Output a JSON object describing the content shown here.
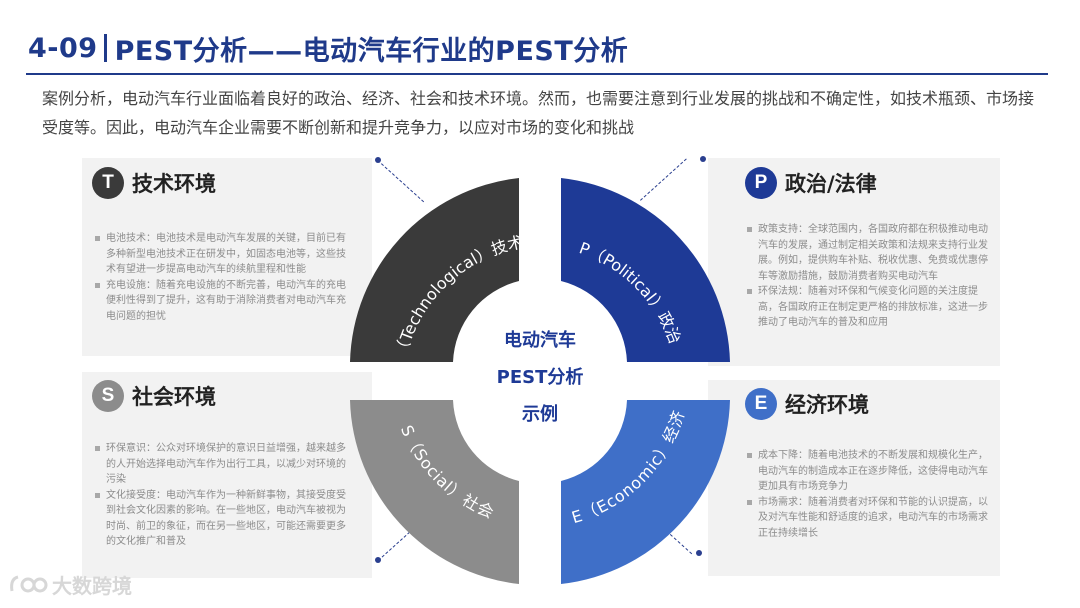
{
  "header": {
    "number": "4-09",
    "title": "PEST分析——电动汽车行业的PEST分析"
  },
  "intro": "案例分析，电动汽车行业面临着良好的政治、经济、社会和技术环境。然而，也需要注意到行业发展的挑战和不确定性，如技术瓶颈、市场接受度等。因此，电动汽车企业需要不断创新和提升竞争力，以应对市场的变化和挑战",
  "colors": {
    "title": "#1f3a8a",
    "technology": "#3a3a3a",
    "political": "#1e3a96",
    "social": "#8c8c8c",
    "economic": "#3f6fc8"
  },
  "center": {
    "line1": "电动汽车",
    "line2": "PEST分析",
    "line3": "示例"
  },
  "ring": {
    "technology": "T（Technological）技术",
    "political": "P（Political）政治",
    "social": "S（Social）社会",
    "economic": "E（Economic）经济"
  },
  "panels": {
    "technology": {
      "badge": "T",
      "title": "技术环境",
      "items": [
        "电池技术：电池技术是电动汽车发展的关键，目前已有多种新型电池技术正在研发中，如固态电池等，这些技术有望进一步提高电动汽车的续航里程和性能",
        "充电设施：随着充电设施的不断完善，电动汽车的充电便利性得到了提升，这有助于消除消费者对电动汽车充电问题的担忧"
      ]
    },
    "political": {
      "badge": "P",
      "title": "政治/法律",
      "items": [
        "政策支持：全球范围内，各国政府都在积极推动电动汽车的发展，通过制定相关政策和法规来支持行业发展。例如，提供购车补贴、税收优惠、免费或优惠停车等激励措施，鼓励消费者购买电动汽车",
        "环保法规：随着对环保和气候变化问题的关注度提高，各国政府正在制定更严格的排放标准，这进一步推动了电动汽车的普及和应用"
      ]
    },
    "social": {
      "badge": "S",
      "title": "社会环境",
      "items": [
        "环保意识：公众对环境保护的意识日益增强，越来越多的人开始选择电动汽车作为出行工具，以减少对环境的污染",
        "文化接受度：电动汽车作为一种新鲜事物，其接受度受到社会文化因素的影响。在一些地区，电动汽车被视为时尚、前卫的象征，而在另一些地区，可能还需要更多的文化推广和普及"
      ]
    },
    "economic": {
      "badge": "E",
      "title": "经济环境",
      "items": [
        "成本下降：随着电池技术的不断发展和规模化生产，电动汽车的制造成本正在逐步降低，这使得电动汽车更加具有市场竞争力",
        "市场需求：随着消费者对环保和节能的认识提高，以及对汽车性能和舒适度的追求，电动汽车的市场需求正在持续增长"
      ]
    }
  },
  "watermark": "大数跨境"
}
